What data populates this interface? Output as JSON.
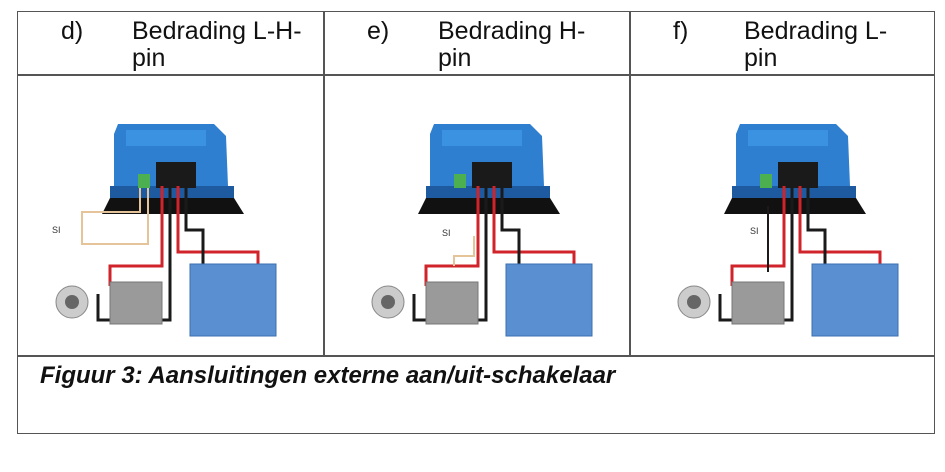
{
  "panels": [
    {
      "letter": "d)",
      "title": "Bedrading L-H-pin",
      "switch_label": "SI"
    },
    {
      "letter": "e)",
      "title": "Bedrading H-pin",
      "switch_label": "SI"
    },
    {
      "letter": "f)",
      "title": "Bedrading L-pin",
      "switch_label": "SI"
    }
  ],
  "caption": "Figuur 3: Aansluitingen externe aan/uit-schakelaar",
  "colors": {
    "controller": "#2f7fd0",
    "battery_main": "#5a8fd2",
    "battery_small": "#9a9a9a",
    "wire_red": "#d0232a",
    "wire_black": "#1a1a1a",
    "wire_switch": "#e6c49a"
  }
}
